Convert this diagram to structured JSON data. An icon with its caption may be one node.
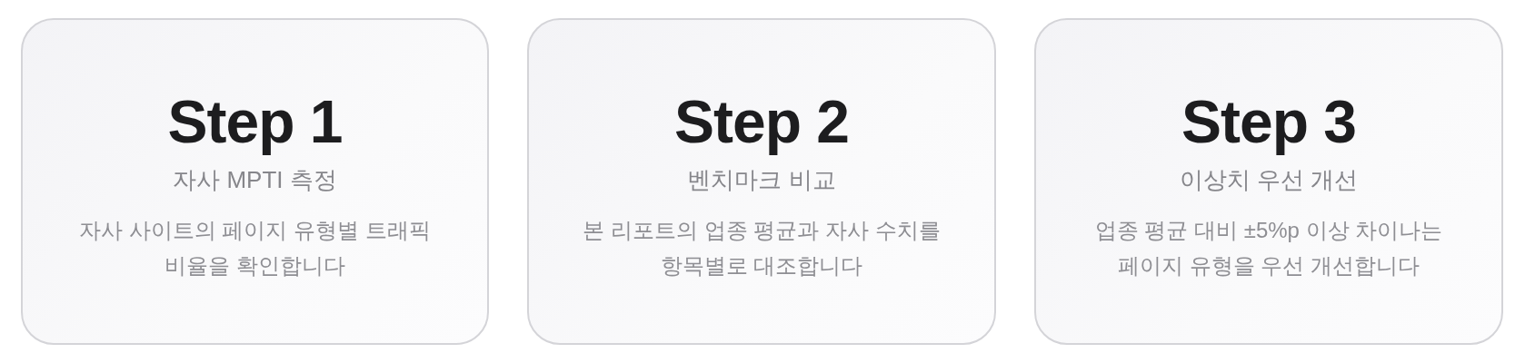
{
  "diagram": {
    "nodes": [
      {
        "text": [
          "Step 1",
          "자사 MPTI 측정",
          "자사 사이트의 페이지 유형별 트래픽 비율을 확인합니다"
        ]
      },
      {
        "text": [
          "Step 2",
          "벤치마크 비교",
          "본 리포트의 업종 평균과 자사 수치를 항목별로 대조합니다"
        ]
      },
      {
        "text": [
          "Step 3",
          "이상치 우선 개선",
          "업종 평균 대비 ±5%p 이상 차이나는 페이지 유형을 우선 개선합니다"
        ]
      }
    ]
  }
}
